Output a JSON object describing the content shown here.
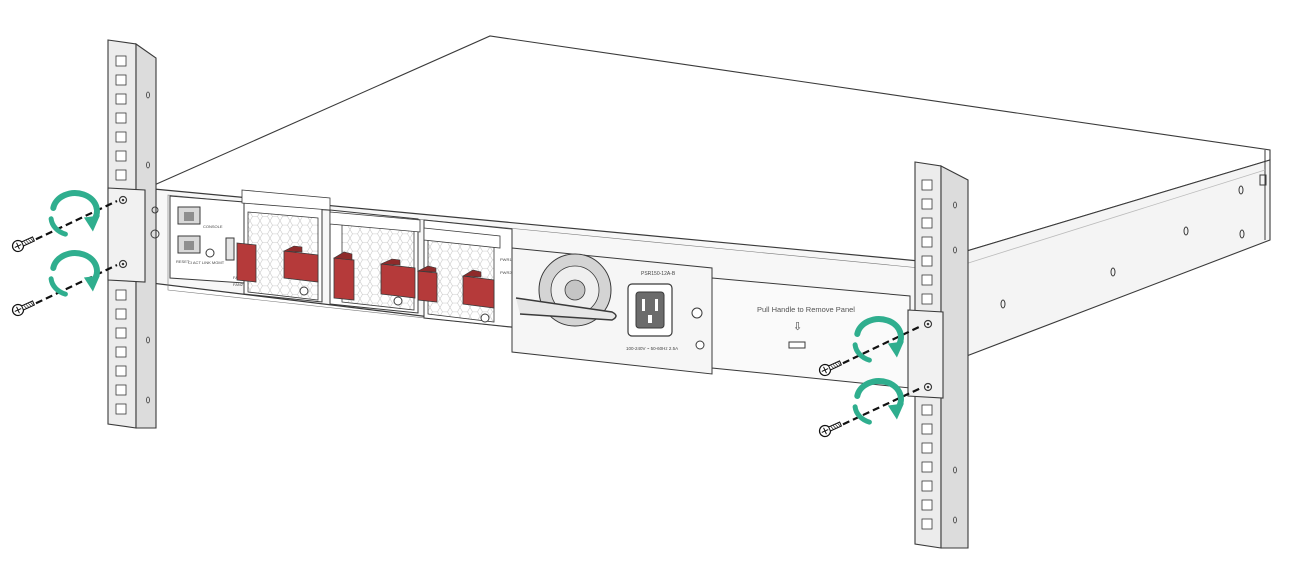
{
  "labels": {
    "console": "CONSOLE",
    "reset": "RESET",
    "mode": "CI ACT LINK MGMT",
    "fan1": "FAN1",
    "fan2": "FAN2",
    "pwr_status_1": "PWR1",
    "pwr_status_2": "PWR2",
    "psu_model": "PSR150-12A-B",
    "psu_rating": "100-240V ~ 50-60Hz 2.5A",
    "panel_instruction": "Pull Handle to Remove Panel"
  },
  "colors": {
    "latch": "#b53a3a",
    "latch_dark": "#8e2a2a",
    "rotation_arrow": "#2fae8e",
    "outline": "#3a3a3a",
    "rail_fill": "#ececec",
    "chassis_top": "#ffffff",
    "chassis_side": "#f4f4f4",
    "front_panel": "#f7f7f7"
  },
  "icons": {
    "rotation": "clockwise-arrow-icon",
    "screw": "screw-icon",
    "power_inlet": "power-inlet-icon",
    "fan": "fan-icon",
    "ethernet_port": "ethernet-port-icon",
    "usb_port": "usb-port-icon"
  }
}
